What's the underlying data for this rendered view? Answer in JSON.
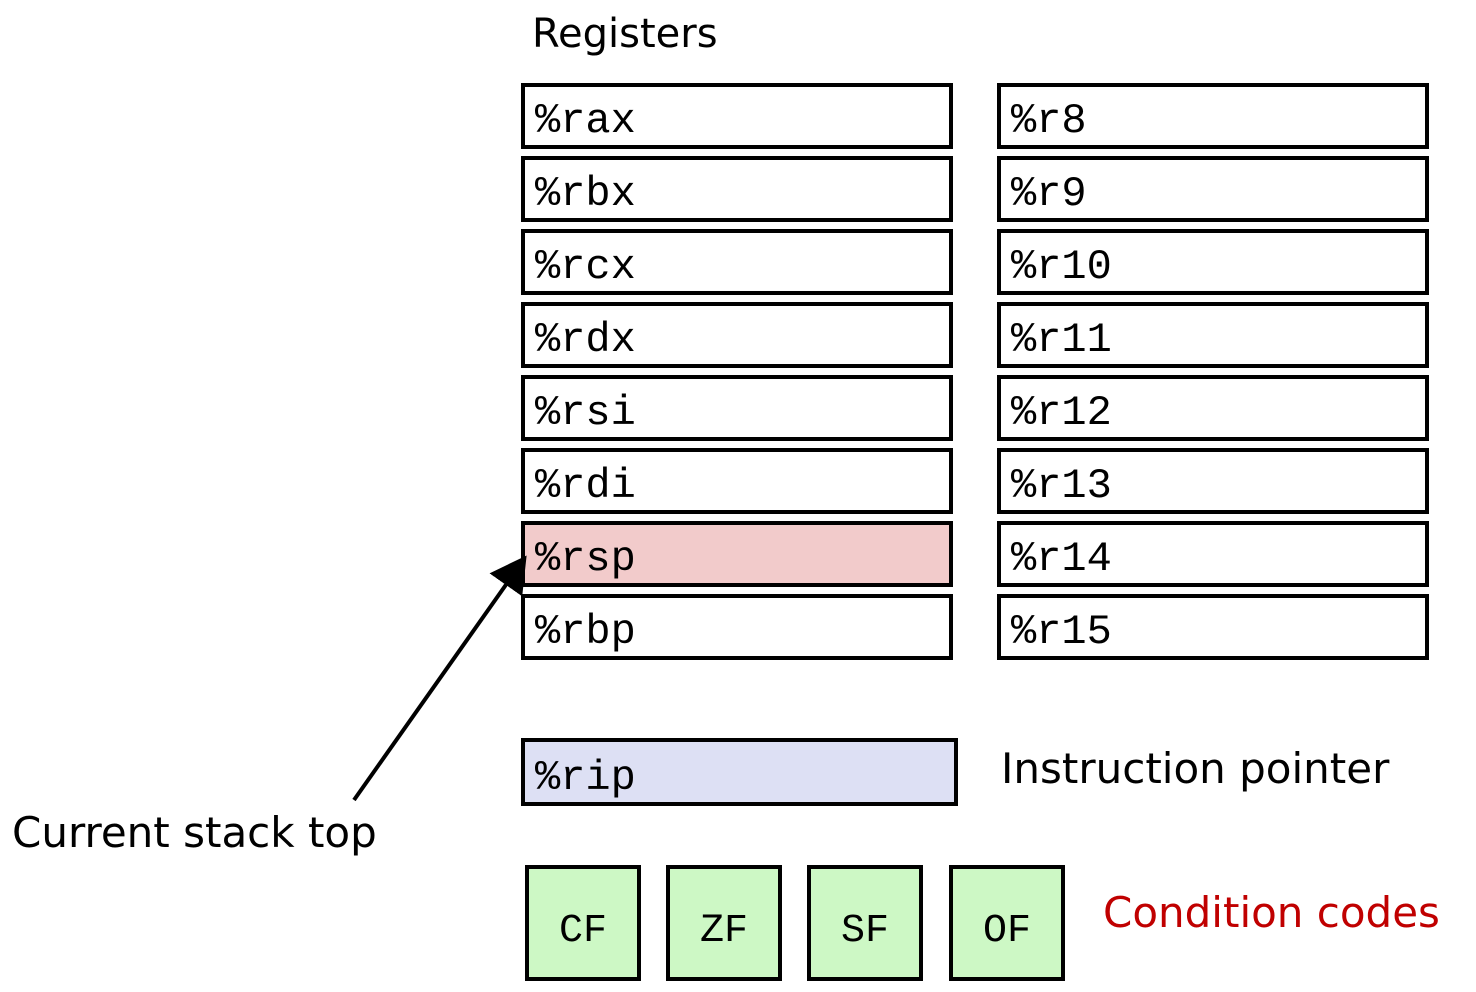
{
  "title": "Registers",
  "registers_left": [
    "%rax",
    "%rbx",
    "%rcx",
    "%rdx",
    "%rsi",
    "%rdi",
    "%rsp",
    "%rbp"
  ],
  "registers_right": [
    "%r8",
    "%r9",
    "%r10",
    "%r11",
    "%r12",
    "%r13",
    "%r14",
    "%r15"
  ],
  "highlighted_register": "%rsp",
  "instruction_pointer": {
    "register": "%rip",
    "caption": "Instruction pointer"
  },
  "stack_pointer_caption": "Current stack top",
  "condition_codes": {
    "flags": [
      "CF",
      "ZF",
      "SF",
      "OF"
    ],
    "caption": "Condition codes"
  },
  "colors": {
    "register_border": "#000000",
    "rsp_fill": "#f2cbcb",
    "rip_fill": "#dde0f4",
    "flag_fill": "#cdf8c5",
    "condition_caption": "#c00000"
  }
}
